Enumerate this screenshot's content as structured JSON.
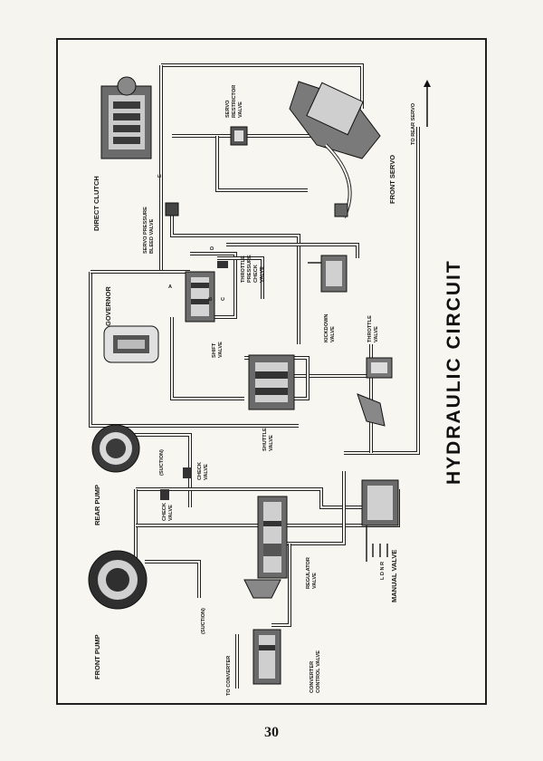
{
  "diagram": {
    "title": "HYDRAULIC CIRCUIT",
    "page_number": "30",
    "labels": {
      "direct_clutch": "DIRECT CLUTCH",
      "servo_pressure_bleed_valve": [
        "SERVO PRESSURE",
        "BLEED VALVE"
      ],
      "servo_restrictor_valve": [
        "SERVO",
        "RESTRICTOR",
        "VALVE"
      ],
      "to_rear_servo": "TO REAR SERVO",
      "front_servo": "FRONT SERVO",
      "governor": "GOVERNOR",
      "shift_valve": [
        "SHIFT",
        "VALVE"
      ],
      "throttle_pressure_check_valve": [
        "THROTTLE",
        "PRESSURE",
        "CHECK",
        "VALVE"
      ],
      "kickdown_valve": [
        "KICKDOWN",
        "VALVE"
      ],
      "throttle_valve": [
        "THROTTLE",
        "VALVE"
      ],
      "rear_pump": "REAR PUMP",
      "suction_rear": "(SUCTION)",
      "check_valve_upper": [
        "CHECK",
        "VALVE"
      ],
      "check_valve_lower": [
        "CHECK",
        "VALVE"
      ],
      "shuttle_valve": [
        "SHUTTLE",
        "VALVE"
      ],
      "front_pump": "FRONT PUMP",
      "suction_front": "(SUCTION)",
      "regulator_valve": [
        "REGULATOR",
        "VALVE"
      ],
      "manual_valve": "MANUAL VALVE",
      "manual_positions": "L D N R",
      "to_converter": "TO CONVERTER",
      "converter_control_valve": [
        "CONVERTER",
        "CONTROL VALVE"
      ],
      "port_a": "A",
      "port_b": "B",
      "port_c": "C",
      "port_d": "D",
      "port_e": "E"
    }
  }
}
